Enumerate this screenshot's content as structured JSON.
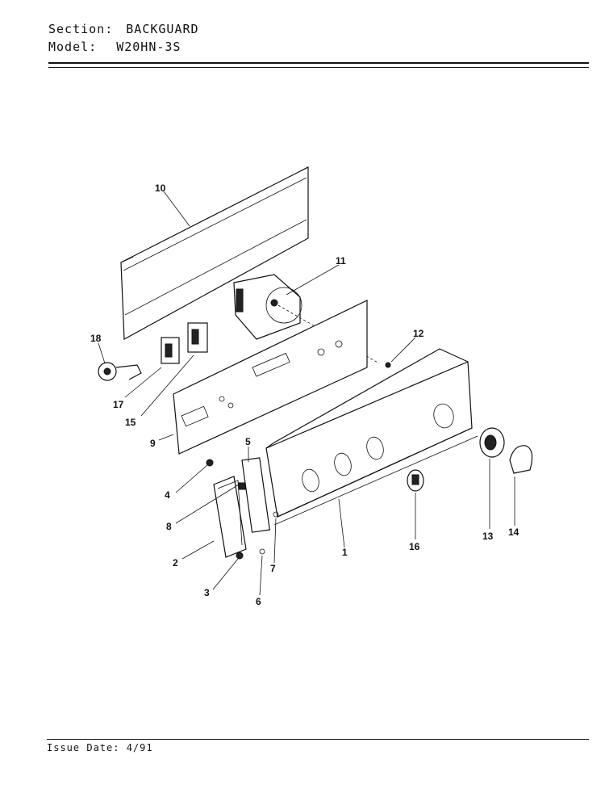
{
  "header": {
    "section_label": "Section:",
    "section_value": "BACKGUARD",
    "model_label": "Model:",
    "model_value": "W20HN-3S"
  },
  "footer": {
    "issue_date": "Issue Date: 4/91"
  },
  "callouts": [
    "1",
    "2",
    "3",
    "4",
    "5",
    "6",
    "7",
    "8",
    "9",
    "10",
    "11",
    "12",
    "13",
    "14",
    "15",
    "16",
    "17",
    "18"
  ]
}
